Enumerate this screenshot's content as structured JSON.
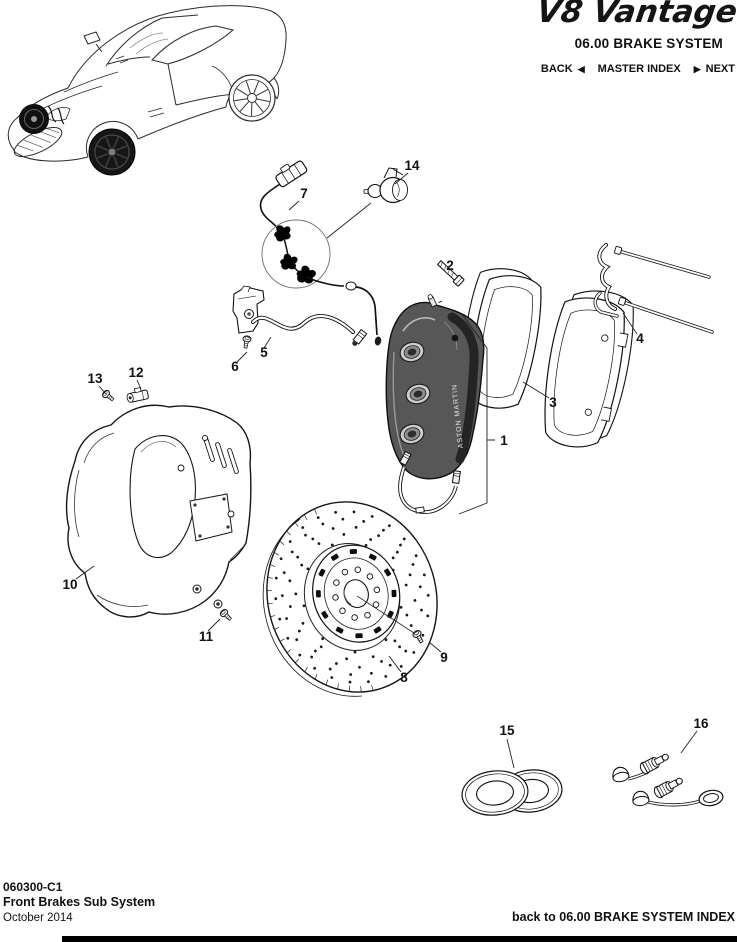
{
  "header": {
    "logo": "V8 Vantage",
    "section_title": "06.00 BRAKE SYSTEM",
    "nav": {
      "back_label": "BACK",
      "back_arrow": "◀",
      "master_index_label": "MASTER INDEX",
      "next_arrow": "▶",
      "next_label": "NEXT"
    }
  },
  "diagram": {
    "caliper_brand": "ASTON MARTIN",
    "callout_numbers": [
      "1",
      "2",
      "3",
      "4",
      "5",
      "6",
      "7",
      "8",
      "9",
      "10",
      "11",
      "12",
      "13",
      "14",
      "15",
      "16"
    ]
  },
  "footer": {
    "document_code": "060300-C1",
    "document_title": "Front Brakes Sub System",
    "date": "October 2014",
    "index_link": "back to 06.00 BRAKE SYSTEM INDEX"
  },
  "colors": {
    "ink": "#111111",
    "accent_bar": "#000000",
    "paper": "#ffffff"
  }
}
